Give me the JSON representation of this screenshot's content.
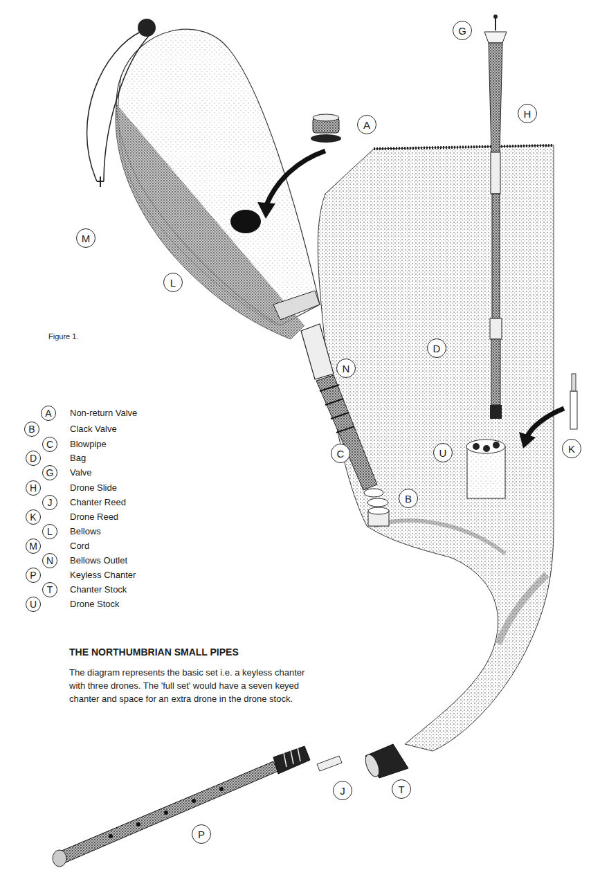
{
  "diagram": {
    "title": "THE NORTHUMBRIAN SMALL PIPES",
    "caption": "The diagram represents the basic set i.e. a keyless chanter with three drones. The 'full set' would have a seven keyed chanter and space for an extra drone in the drone stock.",
    "nodes": [
      {
        "text": [
          "G"
        ]
      },
      {
        "text": [
          "H"
        ]
      },
      {
        "text": [
          "A"
        ]
      },
      {
        "text": [
          "M"
        ]
      },
      {
        "text": [
          "L"
        ]
      },
      {
        "text": [
          "D"
        ]
      },
      {
        "text": [
          "N"
        ]
      },
      {
        "text": [
          "K"
        ]
      },
      {
        "text": [
          "U"
        ]
      },
      {
        "text": [
          "C"
        ]
      },
      {
        "text": [
          "B"
        ]
      },
      {
        "text": [
          "T"
        ]
      },
      {
        "text": [
          "J"
        ]
      },
      {
        "text": [
          "P"
        ]
      },
      {
        "text": [
          "A",
          "Non-return Valve"
        ]
      },
      {
        "text": [
          "B",
          "Clack Valve"
        ]
      },
      {
        "text": [
          "C",
          "Blowpipe"
        ]
      },
      {
        "text": [
          "D",
          "Bag"
        ]
      },
      {
        "text": [
          "G",
          "Valve"
        ]
      },
      {
        "text": [
          "H",
          "Drone Slide"
        ]
      },
      {
        "text": [
          "J",
          "Chanter Reed"
        ]
      },
      {
        "text": [
          "K",
          "Drone Reed"
        ]
      },
      {
        "text": [
          "L",
          "Bellows"
        ]
      },
      {
        "text": [
          "M",
          "Cord"
        ]
      },
      {
        "text": [
          "N",
          "Bellows Outlet"
        ]
      },
      {
        "text": [
          "P",
          "Keyless Chanter"
        ]
      },
      {
        "text": [
          "T",
          "Chanter Stock"
        ]
      },
      {
        "text": [
          "U",
          "Drone Stock"
        ]
      }
    ],
    "labels": [
      "Figure 1."
    ]
  }
}
